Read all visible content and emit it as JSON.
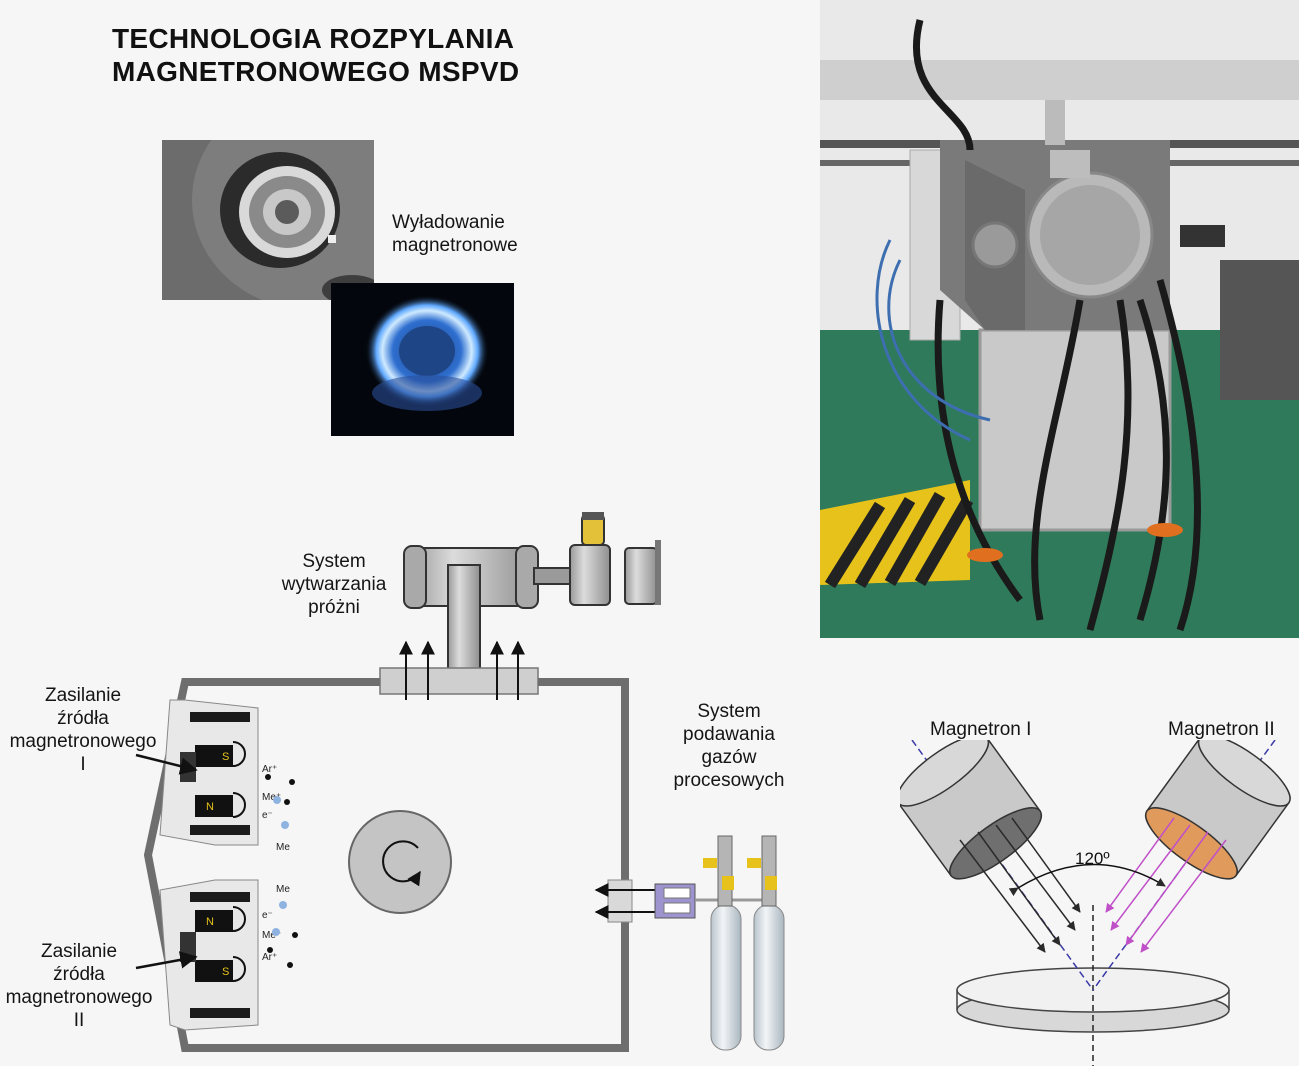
{
  "title": "TECHNOLOGIA ROZPYLANIA\nMAGNETRONOWEGO MSPVD",
  "discharge_label": "Wyładowanie\nmagnetronowe",
  "vacuum_label": "System\nwytwarzania\npróżni",
  "gas_label": "System\npodawania\ngazów\nprocesowych",
  "power1_label": "Zasilanie\nźródła\nmagnetronowego\nI",
  "power2_label": "Zasilanie\nźródła\nmagnetronowego\nII",
  "magnetron1_label": "Magnetron I",
  "magnetron2_label": "Magnetron II",
  "angle_label": "120º",
  "magnet_letters": {
    "n": "N",
    "s": "S"
  },
  "particles": {
    "ar_plus": "Ar⁺",
    "e_minus": "e⁻",
    "me_plus": "Me⁺",
    "me": "Me"
  },
  "colors": {
    "chamber": "#6e6e6e",
    "magnetron1_face": "#6f6f6f",
    "magnetron2_face": "#e09a5c",
    "beam1": "#2a2a2a",
    "beam2": "#c050c8",
    "dash_line": "#3a3aa8",
    "glow": "#3f8fe0",
    "floor": "#2f7a5a",
    "hazard": "#e6c21a"
  }
}
